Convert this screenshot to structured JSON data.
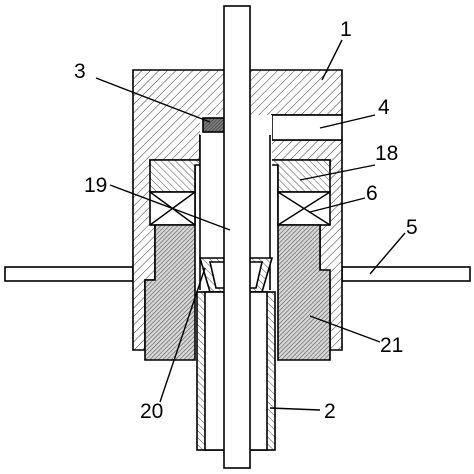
{
  "labels": {
    "l1": "1",
    "l2": "2",
    "l3": "3",
    "l4": "4",
    "l5": "5",
    "l6": "6",
    "l18": "18",
    "l19": "19",
    "l20": "20",
    "l21": "21"
  }
}
